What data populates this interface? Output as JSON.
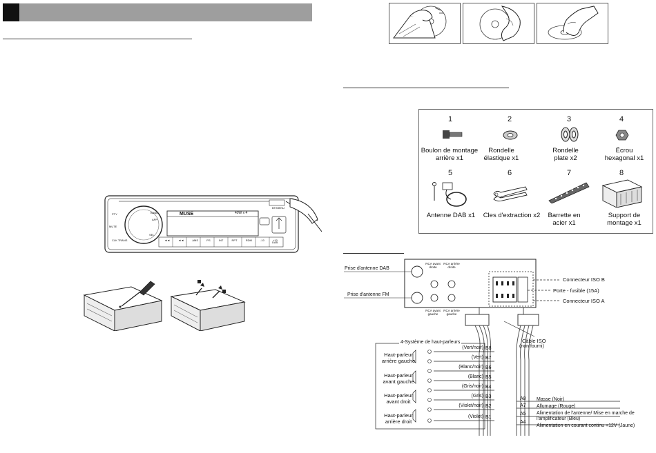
{
  "device": {
    "brand": "MUSE",
    "power_label": "40W x 4",
    "buttons": [
      "◄◄",
      "◄◄",
      "AMS",
      "PS",
      "INT",
      "RPT",
      "RDM",
      "-10",
      "+10"
    ],
    "side_labels": {
      "top_left": "PTY",
      "band": "BAND",
      "app": "APP",
      "mute": "MUTE",
      "clk": "CLK TRANS",
      "sel": "SEL",
      "bt": "BT/MENU",
      "dab": "DAB"
    }
  },
  "accessories": [
    {
      "num": "1",
      "label": "Boulon de montage arrière x1"
    },
    {
      "num": "2",
      "label": "Rondelle élastique x1"
    },
    {
      "num": "3",
      "label": "Rondelle plate x2"
    },
    {
      "num": "4",
      "label": "Écrou hexagonal x1"
    },
    {
      "num": "5",
      "label": "Antenne DAB x1"
    },
    {
      "num": "6",
      "label": "Cles d'extraction x2"
    },
    {
      "num": "7",
      "label": "Barrette en acier x1"
    },
    {
      "num": "8",
      "label": "Support de montage x1"
    }
  ],
  "wiring": {
    "antenna_dab": "Prise d'antenne DAB",
    "antenna_fm": "Prise d'antenne FM",
    "rca_front_right": "RCA avant droite",
    "rca_rear_right": "RCA arrière droite",
    "rca_front_left": "RCA avant gauche",
    "rca_rear_left": "RCA arrière gauche",
    "iso_b": "Connecteur ISO B",
    "fuse": "Porte - fusible (15A)",
    "iso_a": "Connecteur ISO A",
    "iso_cable": "Câble ISO",
    "iso_cable_note": "(non fourni)",
    "speaker_system": "4-Système de haut-parleurs",
    "speakers": [
      {
        "line1": "Haut-parleur",
        "line2": "arrière gauche"
      },
      {
        "line1": "Haut-parleur",
        "line2": "avant gauche"
      },
      {
        "line1": "Haut-parleur",
        "line2": "avant droit"
      },
      {
        "line1": "Haut-parleur",
        "line2": "arrière droit"
      }
    ],
    "b_wires": [
      {
        "pin": "B8",
        "color": "(Vert/noir)"
      },
      {
        "pin": "B7",
        "color": "(Vert)"
      },
      {
        "pin": "B6",
        "color": "(Blanc/noir)"
      },
      {
        "pin": "B5",
        "color": "(Blanc)"
      },
      {
        "pin": "B4",
        "color": "(Gris/noir)"
      },
      {
        "pin": "B3",
        "color": "(Gris)"
      },
      {
        "pin": "B2",
        "color": "(Violet/noir)"
      },
      {
        "pin": "B1",
        "color": "(Violet)"
      }
    ],
    "a_wires": [
      {
        "pin": "A8",
        "label": "Masse (Noir)"
      },
      {
        "pin": "A7",
        "label": "Allumage (Rouge)"
      },
      {
        "pin": "A5",
        "label": "Alimentation de l'antenne/ Mise en marche de l'amplificateur (Bleu)"
      },
      {
        "pin": "A4",
        "label": "Alimentation en courant continu +12V (Jaune)"
      }
    ]
  }
}
